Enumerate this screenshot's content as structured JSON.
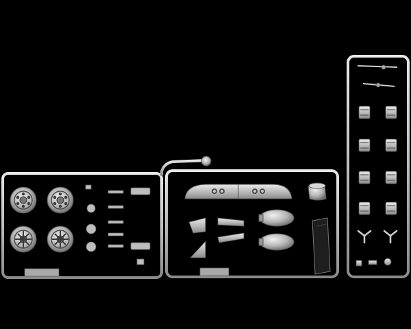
{
  "photo": {
    "subject": "plastic-model-kit-sprue",
    "background_color": "#000000",
    "plastic_color": "#c4c4c4",
    "plastic_highlight": "#ececec",
    "plastic_shadow": "#7a7a7a"
  },
  "frames": [
    {
      "id": "left-frame",
      "stamp": ""
    },
    {
      "id": "middle-frame",
      "stamp": ""
    },
    {
      "id": "right-frame",
      "stamp": ""
    }
  ]
}
